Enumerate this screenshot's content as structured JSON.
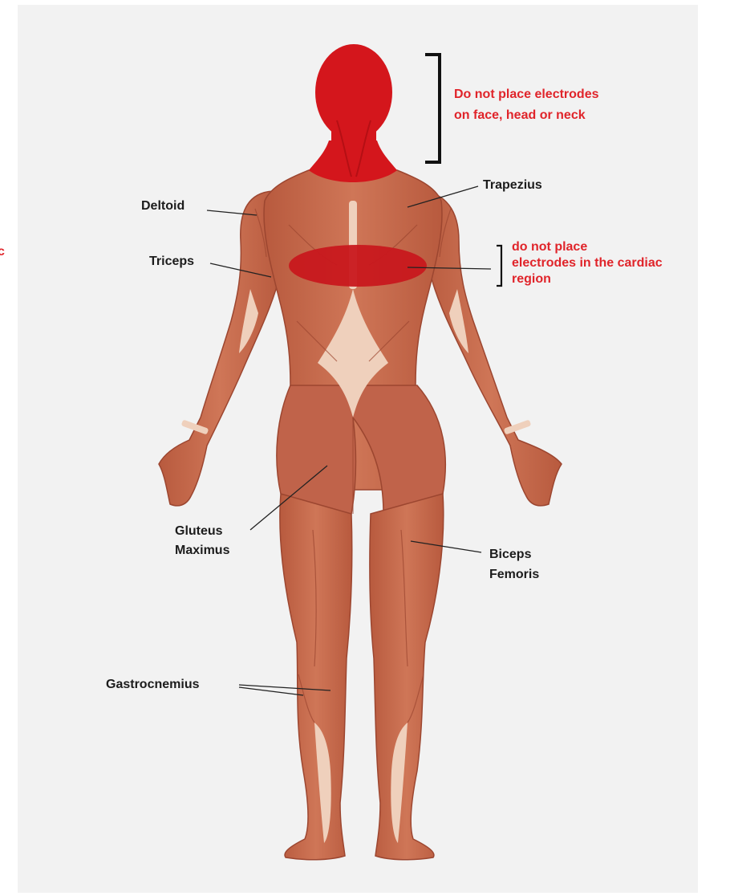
{
  "muscle_labels": {
    "deltoid": "Deltoid",
    "trapezius": "Trapezius",
    "triceps": "Triceps",
    "gluteus_line1": "Gluteus",
    "gluteus_line2": "Maximus",
    "biceps_line1": "Biceps",
    "biceps_line2": "Femoris",
    "gastrocnemius": "Gastrocnemius"
  },
  "warnings": {
    "head_line1": "Do not place electrodes",
    "head_line2": "on face, head or neck",
    "cardiac_line1": "do not place",
    "cardiac_line2": "electrodes in the cardiac",
    "cardiac_line3": "region"
  },
  "clipped_text": {
    "left_edge": "c"
  },
  "colors": {
    "panel_background": "#f2f2f2",
    "muscle_base": "#c66a4e",
    "muscle_shadow": "#a84a33",
    "tendon": "#f1d3c0",
    "warning_red": "#e0242a",
    "no_zone_fill": "#d4161c",
    "label_text": "#1c1c1c"
  }
}
